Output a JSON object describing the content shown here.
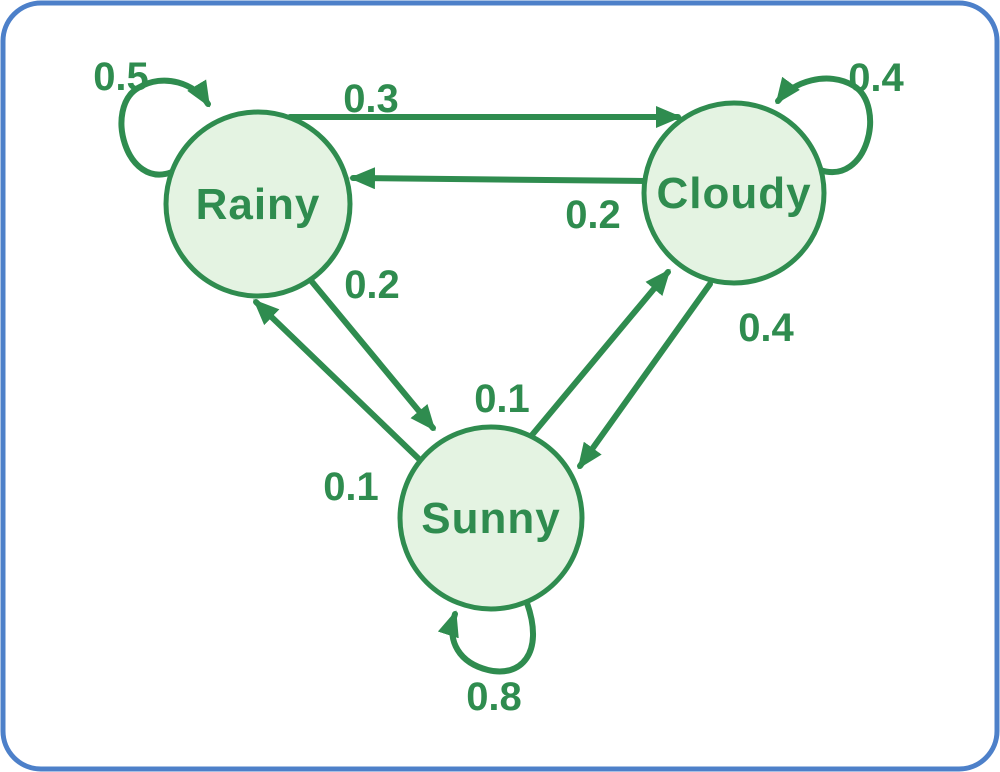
{
  "diagram": {
    "kind": "markov-chain-state-diagram",
    "topic": "Weather state transitions",
    "colors": {
      "green": "#2f8c4f",
      "node_fill": "#e4f3e2",
      "card_border": "#4d80c9",
      "background": "#ffffff"
    },
    "nodes": [
      {
        "id": "rainy",
        "label": "Rainy"
      },
      {
        "id": "cloudy",
        "label": "Cloudy"
      },
      {
        "id": "sunny",
        "label": "Sunny"
      }
    ],
    "edges": [
      {
        "from": "Rainy",
        "to": "Rainy",
        "prob": "0.5"
      },
      {
        "from": "Rainy",
        "to": "Cloudy",
        "prob": "0.3"
      },
      {
        "from": "Cloudy",
        "to": "Cloudy",
        "prob": "0.4"
      },
      {
        "from": "Cloudy",
        "to": "Rainy",
        "prob": "0.2"
      },
      {
        "from": "Rainy",
        "to": "Sunny",
        "prob": "0.2"
      },
      {
        "from": "Cloudy",
        "to": "Sunny",
        "prob": "0.4"
      },
      {
        "from": "Sunny",
        "to": "Cloudy",
        "prob": "0.1"
      },
      {
        "from": "Sunny",
        "to": "Rainy",
        "prob": "0.1"
      },
      {
        "from": "Sunny",
        "to": "Sunny",
        "prob": "0.8"
      }
    ]
  }
}
